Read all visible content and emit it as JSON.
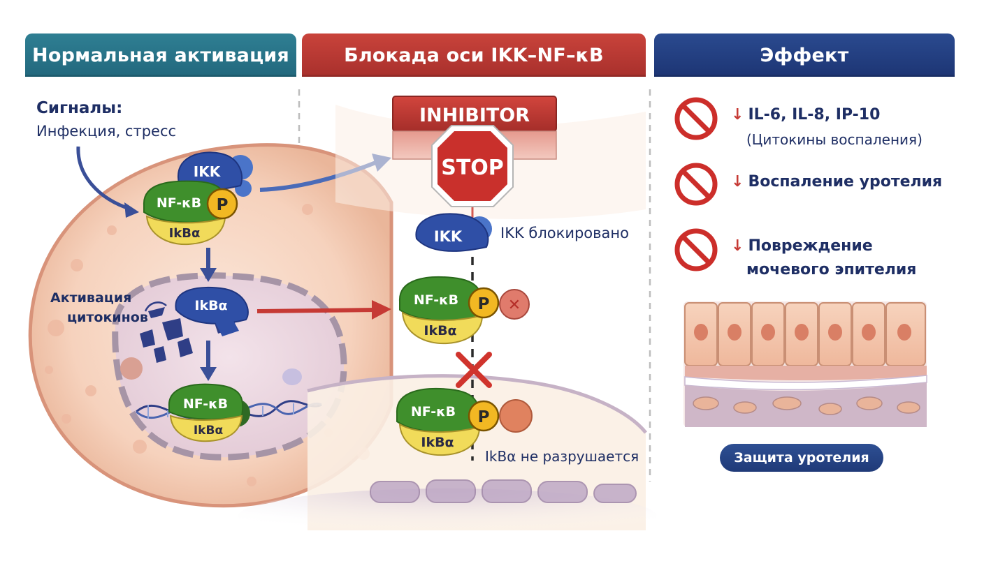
{
  "headers": {
    "normal": "Нормальная активация",
    "block": "Блокада оси IKK–NF–κB",
    "effect": "Эффект"
  },
  "normal_panel": {
    "signals_title": "Сигналы:",
    "signals_sub": "Инфекция, стресс",
    "activation_line1": "Активация",
    "activation_line2": "цитокинов"
  },
  "complexes": {
    "ikk": "IKK",
    "nfkb": "NF-κB",
    "ikba": "IkBα",
    "p": "P"
  },
  "block_panel": {
    "inhibitor": "INHIBITOR",
    "stop": "STOP",
    "ikk_blocked": "IKK блокировано",
    "ikba_not_degraded": "IkBα не разрушается"
  },
  "effect_panel": {
    "items": [
      {
        "title": "IL-6, IL-8, IP-10",
        "subtitle": "(Цитокины воспаления)"
      },
      {
        "title": "Воспаление уротелия",
        "subtitle": ""
      },
      {
        "title": "Повреждение",
        "subtitle": "мочевого эпителия"
      }
    ],
    "down_symbol": "↓",
    "badge": "Защита уротелия"
  },
  "colors": {
    "teal": "#2f7f93",
    "red": "#c9433b",
    "navy": "#1d3574",
    "ikk_blue": "#2f4fa6",
    "nfkb_green": "#3f8f2c",
    "ikba_yellow": "#f1db5a",
    "p_gold": "#f2b823",
    "prohibit_red": "#cc2e2a"
  },
  "icons": [
    "prohibit-icon",
    "stop-sign-icon",
    "cross-mark-icon",
    "dna-helix-icon",
    "arrow-icon"
  ]
}
